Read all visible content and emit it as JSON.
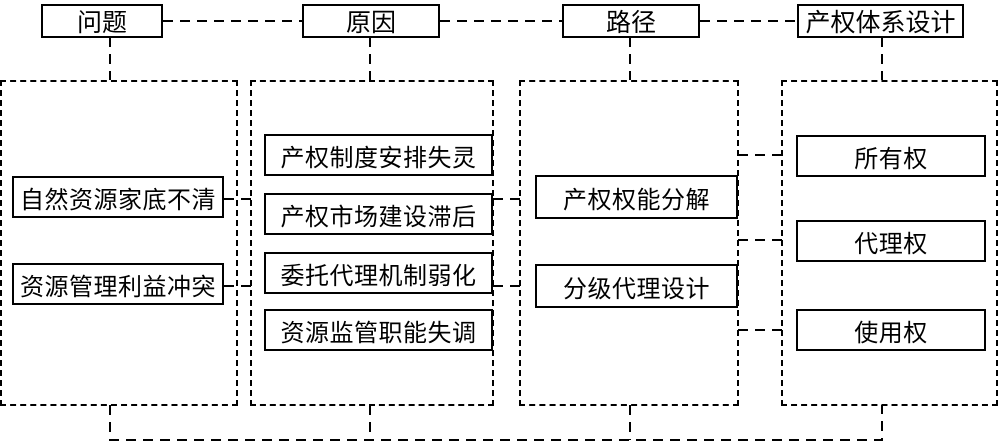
{
  "headers": {
    "problem": "问题",
    "cause": "原因",
    "path": "路径",
    "design": "产权体系设计"
  },
  "problems": [
    "自然资源家底不清",
    "资源管理利益冲突"
  ],
  "causes": [
    "产权制度安排失灵",
    "产权市场建设滞后",
    "委托代理机制弱化",
    "资源监管职能失调"
  ],
  "paths": [
    "产权权能分解",
    "分级代理设计"
  ],
  "rights": [
    "所有权",
    "代理权",
    "使用权"
  ]
}
